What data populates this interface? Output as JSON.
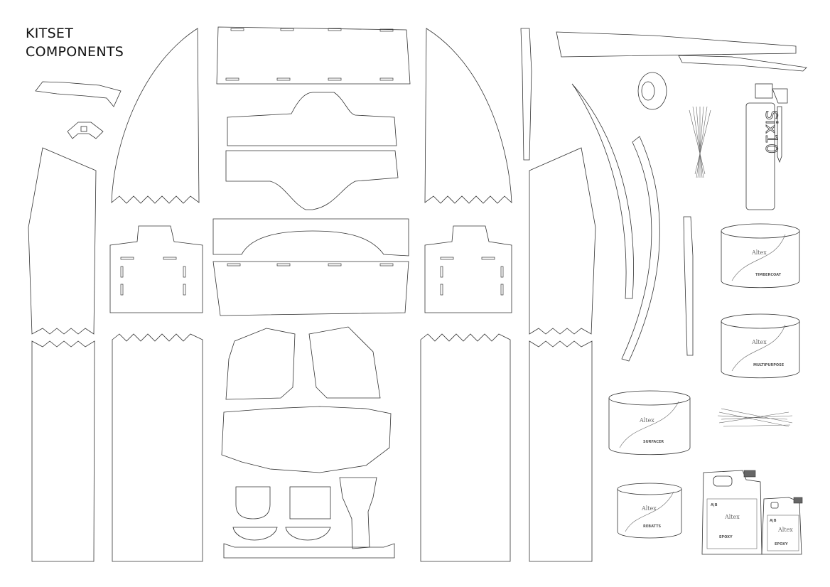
{
  "title": {
    "line1": "KITSET",
    "line2": "COMPONENTS"
  },
  "products": {
    "sealant": "Six10",
    "brand": "Altex",
    "cans": [
      "TIMBERCOAT",
      "MULTIPURPOSE",
      "SURFACER",
      "REBATTS"
    ],
    "epoxy_large": {
      "label": "EPOXY",
      "tag": "A|B"
    },
    "epoxy_small": {
      "label": "EPOXY",
      "tag": "A|B"
    }
  }
}
